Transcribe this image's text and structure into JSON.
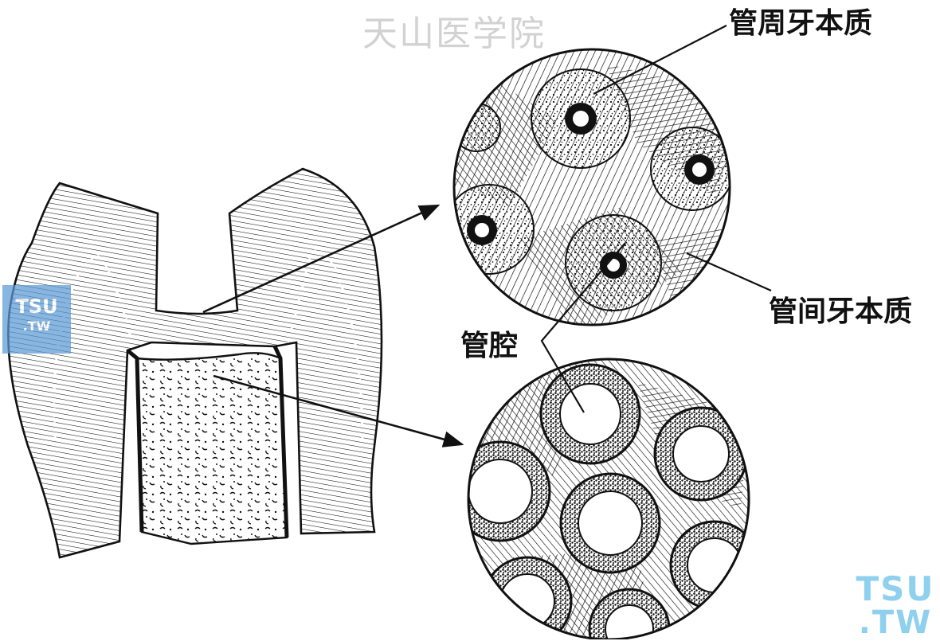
{
  "watermark": {
    "text": "天山医学院"
  },
  "labels": {
    "peritubular": "管周牙本质",
    "intertubular": "管间牙本质",
    "lumen": "管腔"
  },
  "logos": {
    "left": {
      "line1": "TSU",
      "line2": ".TW"
    },
    "right": {
      "line1": "TSU",
      "line2": ".TW"
    }
  },
  "colors": {
    "ink": "#111111",
    "background": "#ffffff",
    "watermark": "#d2d2d2",
    "logo_blue": "#5b9bd5",
    "logo_light": "#8fd0ee"
  }
}
